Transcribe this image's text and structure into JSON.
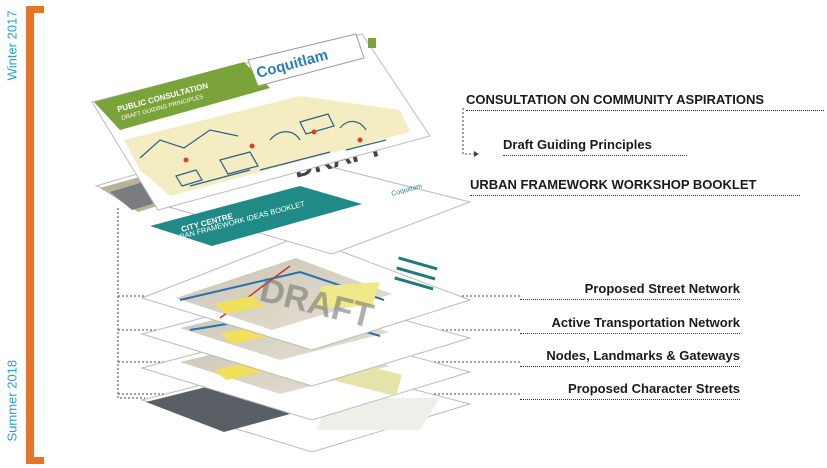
{
  "timeline": {
    "start_label": "Winter 2017",
    "end_label": "Summer 2018",
    "accent_color": "#e8742a",
    "label_color": "#2aa3c7"
  },
  "documents": {
    "consultation": {
      "header_line1": "PUBLIC CONSULTATION",
      "header_line2": "DRAFT GUIDING PRINCIPLES",
      "logo": "Coquitlam"
    },
    "workshop_booklet": {
      "stamp": "DRAFT",
      "band_line1": "CITY CENTRE",
      "band_line2": "URBAN FRAMEWORK IDEAS BOOKLET",
      "logo": "Coquitlam"
    },
    "map_sheet_stamp": "DRAFT"
  },
  "callouts": {
    "consultation_title": "CONSULTATION ON COMMUNITY ASPIRATIONS",
    "guiding_principles": "Draft Guiding Principles",
    "workshop_title": "URBAN FRAMEWORK WORKSHOP BOOKLET",
    "street_network": "Proposed Street Network",
    "active_transport": "Active Transportation Network",
    "nodes_landmarks": "Nodes, Landmarks & Gateways",
    "character_streets": "Proposed Character Streets"
  }
}
